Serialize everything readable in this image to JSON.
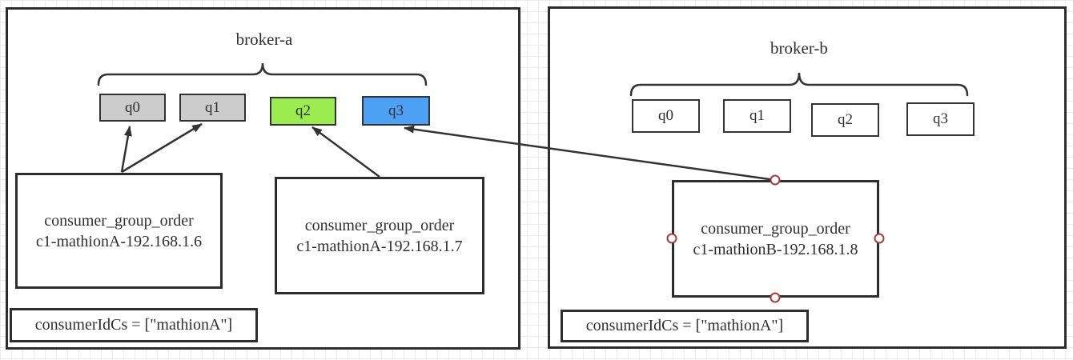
{
  "brokers": [
    {
      "title": "broker-a",
      "queues": [
        {
          "label": "q0",
          "fill": "#cccccc"
        },
        {
          "label": "q1",
          "fill": "#cccccc"
        },
        {
          "label": "q2",
          "fill": "#9aec4f"
        },
        {
          "label": "q3",
          "fill": "#4da1f5"
        }
      ],
      "consumers": [
        {
          "group": "consumer_group_order",
          "instance": "c1-mathionA-192.168.1.6"
        },
        {
          "group": "consumer_group_order",
          "instance": "c1-mathionA-192.168.1.7"
        }
      ],
      "config": "consumerIdCs = [\"mathionA\"]"
    },
    {
      "title": "broker-b",
      "queues": [
        {
          "label": "q0",
          "fill": "#ffffff"
        },
        {
          "label": "q1",
          "fill": "#ffffff"
        },
        {
          "label": "q2",
          "fill": "#ffffff"
        },
        {
          "label": "q3",
          "fill": "#ffffff"
        }
      ],
      "consumers": [
        {
          "group": "consumer_group_order",
          "instance": "c1-mathionB-192.168.1.8"
        }
      ],
      "config": "consumerIdCs = [\"mathionA\"]"
    }
  ],
  "style": {
    "stroke": "#333333",
    "text": "#2f2f2f",
    "selection_handle_stroke": "#aa3b3b",
    "selection_handle_fill": "#ffffff"
  }
}
